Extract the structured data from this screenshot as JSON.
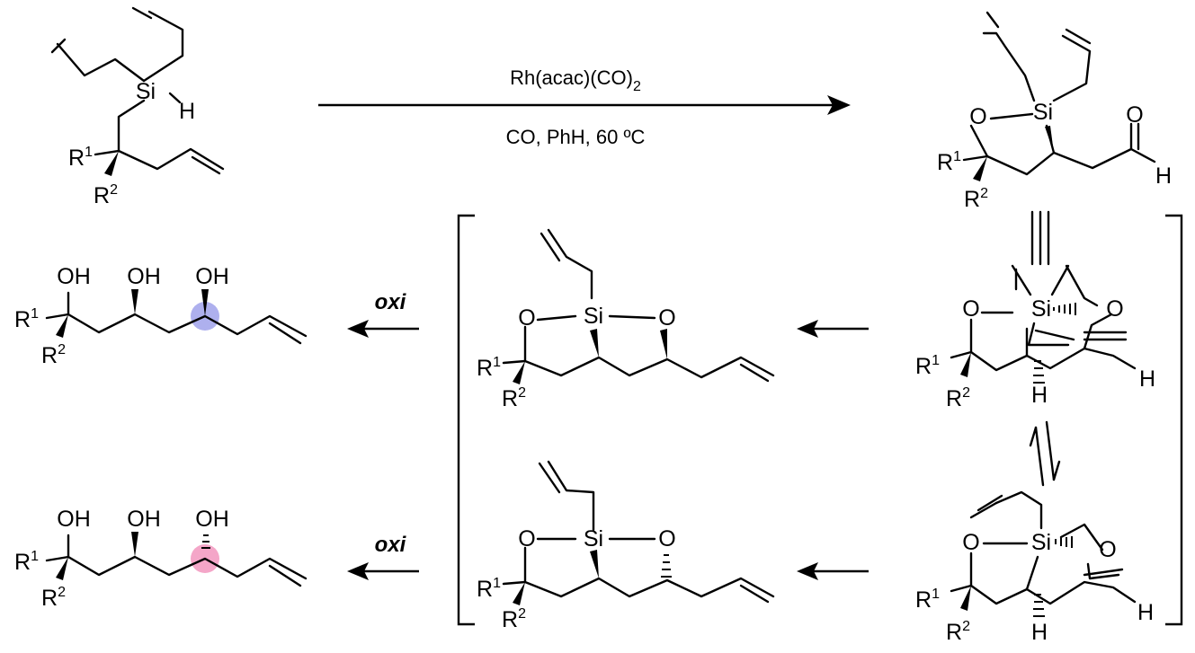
{
  "reagents": {
    "catalyst": "Rh(acac)(CO)",
    "catalyst_sub": "2",
    "conditions": "CO, PhH, 60 ºC"
  },
  "labels": {
    "si": "Si",
    "h": "H",
    "o": "O",
    "oh": "OH",
    "r": "R",
    "sup1": "1",
    "sup2": "2"
  },
  "arrows": {
    "oxi_top": "oxi",
    "oxi_bottom": "oxi"
  },
  "highlights": {
    "blue": "#aeb0ee",
    "pink": "#f4a6c8"
  }
}
